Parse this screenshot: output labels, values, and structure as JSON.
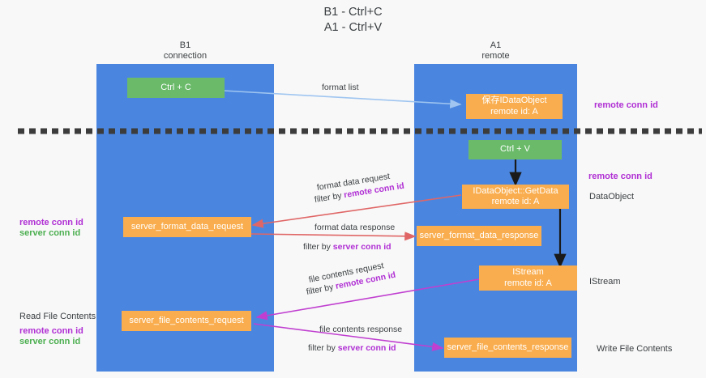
{
  "title": {
    "line1": "B1 - Ctrl+C",
    "line2": "A1 - Ctrl+V"
  },
  "columns": [
    {
      "name": "B1",
      "role": "connection"
    },
    {
      "name": "A1",
      "role": "remote"
    }
  ],
  "colors": {
    "lane": "#4a86e0",
    "green_node": "#6aba6a",
    "orange_node": "#f9ad4e",
    "purple_text": "#b02fd4",
    "green_text": "#4caf50",
    "divider": "#3c3c3c",
    "arrow_blue": "#9fc5f0",
    "arrow_red": "#e06666",
    "arrow_magenta": "#c03fd0",
    "arrow_black": "#1a1a1a",
    "background": "#f8f8f8"
  },
  "nodes": {
    "ctrl_c": "Ctrl + C",
    "save_idataobject_l1": "保存IDataObject",
    "save_idataobject_l2": "remote id: A",
    "ctrl_v": "Ctrl + V",
    "getdata_l1": "IDataObject::GetData",
    "getdata_l2": "remote id: A",
    "server_format_data_request": "server_format_data_request",
    "server_format_data_response": "server_format_data_response",
    "istream_l1": "IStream",
    "istream_l2": "remote id: A",
    "server_file_contents_request": "server_file_contents_request",
    "server_file_contents_response": "server_file_contents_response"
  },
  "edges": [
    {
      "id": "format-list",
      "label": "format list",
      "highlight": ""
    },
    {
      "id": "format-data-request",
      "label": "format data request",
      "filter_prefix": "filter by ",
      "filter_key": "remote conn id"
    },
    {
      "id": "format-data-response",
      "label": "format data response",
      "filter_prefix": "filter by ",
      "filter_key": "server conn id"
    },
    {
      "id": "file-contents-request",
      "label": "file contents request",
      "filter_prefix": "filter by ",
      "filter_key": "remote conn id"
    },
    {
      "id": "file-contents-response",
      "label": "file contents response",
      "filter_prefix": "filter by ",
      "filter_key": "server conn id"
    }
  ],
  "annotations": {
    "right_remote_conn_id_top": "remote conn id",
    "right_remote_conn_id_mid": "remote conn id",
    "right_dataobject": "DataObject",
    "right_istream": "IStream",
    "right_write_file_contents": "Write File Contents",
    "left_remote_conn_id_mid": "remote conn id",
    "left_server_conn_id_mid": "server conn id",
    "left_read_file_contents": "Read File Contents",
    "left_remote_conn_id_bottom": "remote conn id",
    "left_server_conn_id_bottom": "server conn id"
  }
}
